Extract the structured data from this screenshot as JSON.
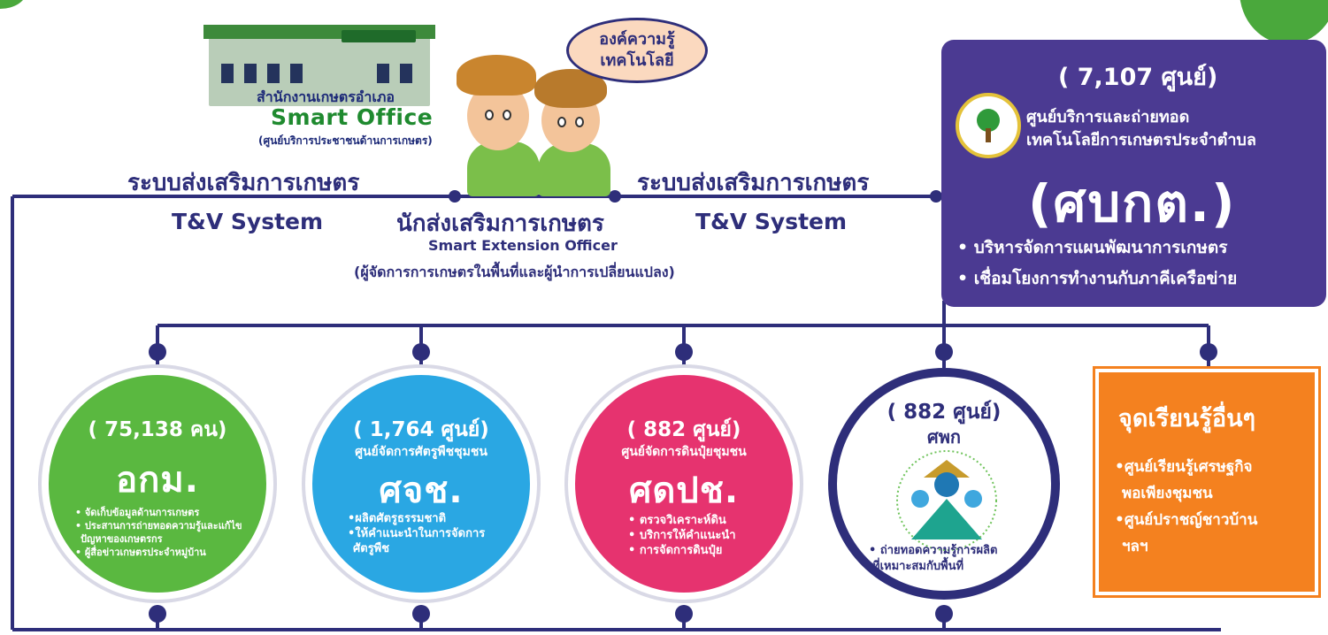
{
  "office": {
    "sign": "สำนักงานเกษตรอำเภอ",
    "label": "สำนักงานเกษตรอำเภอ",
    "smart_office": "Smart  Office",
    "sub": "(ศูนย์บริการประชาชนด้านการเกษตร)"
  },
  "bubble": {
    "line1": "องค์ความรู้",
    "line2": "เทคโนโลยี"
  },
  "tv_left": {
    "title": "ระบบส่งเสริมการเกษตร",
    "sub": "T&V System"
  },
  "tv_right": {
    "title": "ระบบส่งเสริมการเกษตร",
    "sub": "T&V System"
  },
  "officer": {
    "title": "นักส่งเสริมการเกษตร",
    "sub": "Smart Extension Officer",
    "sub2": "(ผู้จัดการการเกษตรในพื้นที่และผู้นำการเปลี่ยนแปลง)"
  },
  "center_box": {
    "count": "( 7,107 ศูนย์)",
    "name1": "ศูนย์บริการและถ่ายทอด",
    "name2": "เทคโนโลยีการเกษตรประจำตำบล",
    "abbr": "(ศบกต.)",
    "bullets": [
      "• บริหารจัดการแผนพัฒนาการเกษตร",
      "• เชื่อมโยงการทำงานกับภาคีเครือข่าย"
    ]
  },
  "units": [
    {
      "count": "( 75,138 คน)",
      "abbr": "อกม.",
      "items": [
        "• จัดเก็บข้อมูลด้านการเกษตร",
        "• ประสานการถ่ายทอดความรู้และแก้ไข",
        "ปัญหาของเกษตรกร",
        "• ผู้สื่อข่าวเกษตรประจำหมู่บ้าน"
      ],
      "color": "#5ab840"
    },
    {
      "count": "( 1,764 ศูนย์)",
      "name": "ศูนย์จัดการศัตรูพืชชุมชน",
      "abbr": "ศจช.",
      "items": [
        "•ผลิตศัตรูธรรมชาติ",
        "•ให้คำแนะนำในการจัดการ",
        "ศัตรูพืช"
      ],
      "color": "#2aa7e3"
    },
    {
      "count": "( 882 ศูนย์)",
      "name": "ศูนย์จัดการดินปุ๋ยชุมชน",
      "abbr": "ศดปช.",
      "items": [
        "• ตรวจวิเคราะห์ดิน",
        "• บริการให้คำแนะนำ",
        "• การจัดการดินปุ๋ย"
      ],
      "color": "#e6336f"
    },
    {
      "count": "( 882 ศูนย์)",
      "name": "ศพก",
      "items": [
        "• ถ่ายทอดความรู้การผลิต",
        "ที่เหมาะสมกับพื้นที่"
      ],
      "color": "#2e2e7a"
    }
  ],
  "other": {
    "title": "จุดเรียนรู้อื่นๆ",
    "items": [
      "•ศูนย์เรียนรู้เศรษฐกิจ",
      "พอเพียงชุมชน",
      "•ศูนย์ปราชญ์ชาวบ้าน",
      "ฯลฯ"
    ],
    "color": "#f4811f"
  },
  "colors": {
    "navy": "#2e2e7a",
    "purple": "#4b3a92",
    "green": "#4aa83c"
  }
}
